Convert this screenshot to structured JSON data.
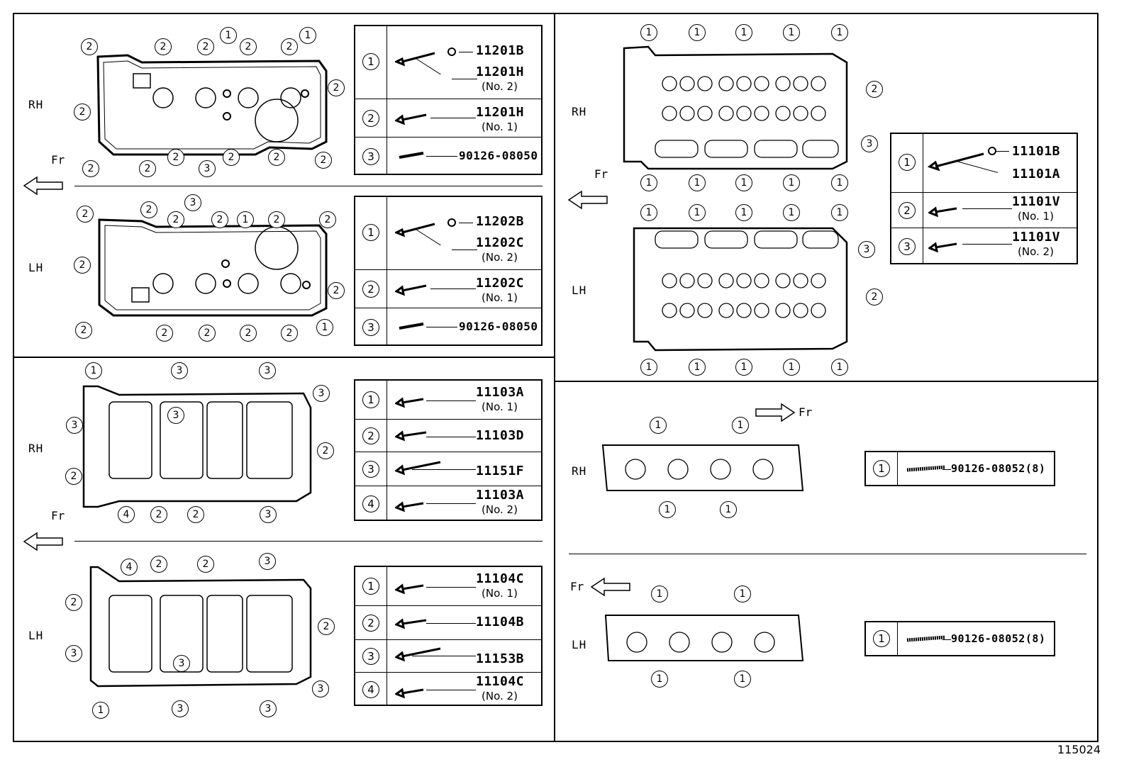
{
  "labels": {
    "rh": "RH",
    "lh": "LH",
    "fr": "Fr"
  },
  "diagram_id": "115024",
  "legends": {
    "cam_rh": [
      {
        "n": "1",
        "pn": "11201B",
        "pn2": "11201H",
        "sub2": "(No. 2)"
      },
      {
        "n": "2",
        "pn": "11201H",
        "sub": "(No. 1)"
      },
      {
        "n": "3",
        "pn": "90126-08050"
      }
    ],
    "cam_lh": [
      {
        "n": "1",
        "pn": "11202B",
        "pn2": "11202C",
        "sub2": "(No. 2)"
      },
      {
        "n": "2",
        "pn": "11202C",
        "sub": "(No. 1)"
      },
      {
        "n": "3",
        "pn": "90126-08050"
      }
    ],
    "head_main": [
      {
        "n": "1",
        "pn": "11101B",
        "pn2": "11101A"
      },
      {
        "n": "2",
        "pn": "11101V",
        "sub": "(No. 1)"
      },
      {
        "n": "3",
        "pn": "11101V",
        "sub": "(No. 2)"
      }
    ],
    "lower_rh": [
      {
        "n": "1",
        "pn": "11103A",
        "sub": "(No. 1)"
      },
      {
        "n": "2",
        "pn": "11103D"
      },
      {
        "n": "3",
        "pn": "11151F"
      },
      {
        "n": "4",
        "pn": "11103A",
        "sub": "(No. 2)"
      }
    ],
    "lower_lh": [
      {
        "n": "1",
        "pn": "11104C",
        "sub": "(No. 1)"
      },
      {
        "n": "2",
        "pn": "11104B"
      },
      {
        "n": "3",
        "pn": "11153B"
      },
      {
        "n": "4",
        "pn": "11104C",
        "sub": "(No. 2)"
      }
    ],
    "stud_rh": {
      "n": "1",
      "pn": "90126-08052(8)"
    },
    "stud_lh": {
      "n": "1",
      "pn": "90126-08052(8)"
    }
  }
}
